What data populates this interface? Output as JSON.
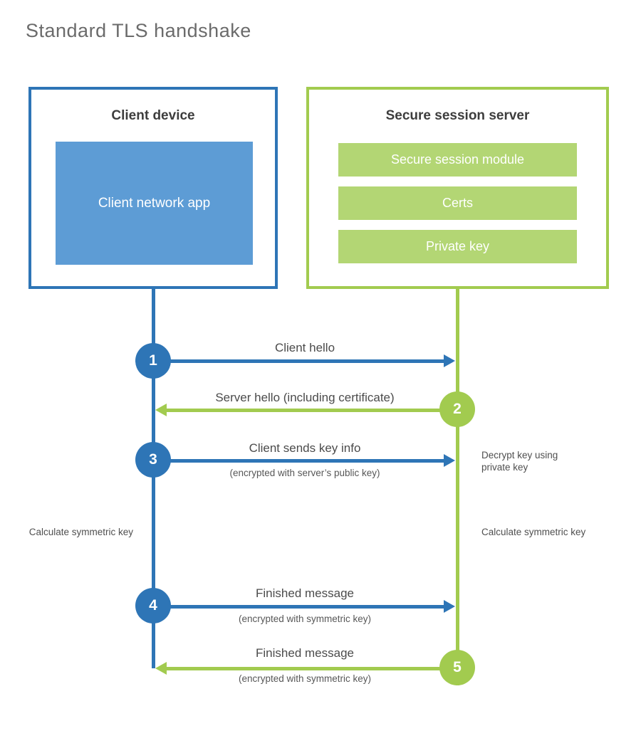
{
  "title": "Standard TLS handshake",
  "colors": {
    "blue": "#2e75b6",
    "blue_fill": "#5d9cd5",
    "green": "#a2cb4f",
    "green_fill": "#b3d674",
    "heading_text": "#3d3d3d",
    "label_text": "#4b4b4b"
  },
  "client": {
    "title": "Client device",
    "app_label": "Client network app"
  },
  "server": {
    "title": "Secure session server",
    "modules": [
      "Secure session module",
      "Certs",
      "Private key"
    ]
  },
  "steps": [
    {
      "num": "1",
      "label": "Client hello",
      "direction": "right",
      "color": "blue"
    },
    {
      "num": "2",
      "label": "Server hello (including certificate)",
      "direction": "left",
      "color": "green"
    },
    {
      "num": "3",
      "label": "Client sends key info",
      "sub": "(encrypted with server’s public key)",
      "direction": "right",
      "color": "blue"
    },
    {
      "num": "4",
      "label": "Finished message",
      "sub": "(encrypted with symmetric key)",
      "direction": "right",
      "color": "blue"
    },
    {
      "num": "5",
      "label": "Finished message",
      "sub": "(encrypted with symmetric key)",
      "direction": "left",
      "color": "green"
    }
  ],
  "notes": {
    "server_decrypt": "Decrypt key using private key",
    "client_calculate": "Calculate symmetric key",
    "server_calculate": "Calculate symmetric key"
  }
}
